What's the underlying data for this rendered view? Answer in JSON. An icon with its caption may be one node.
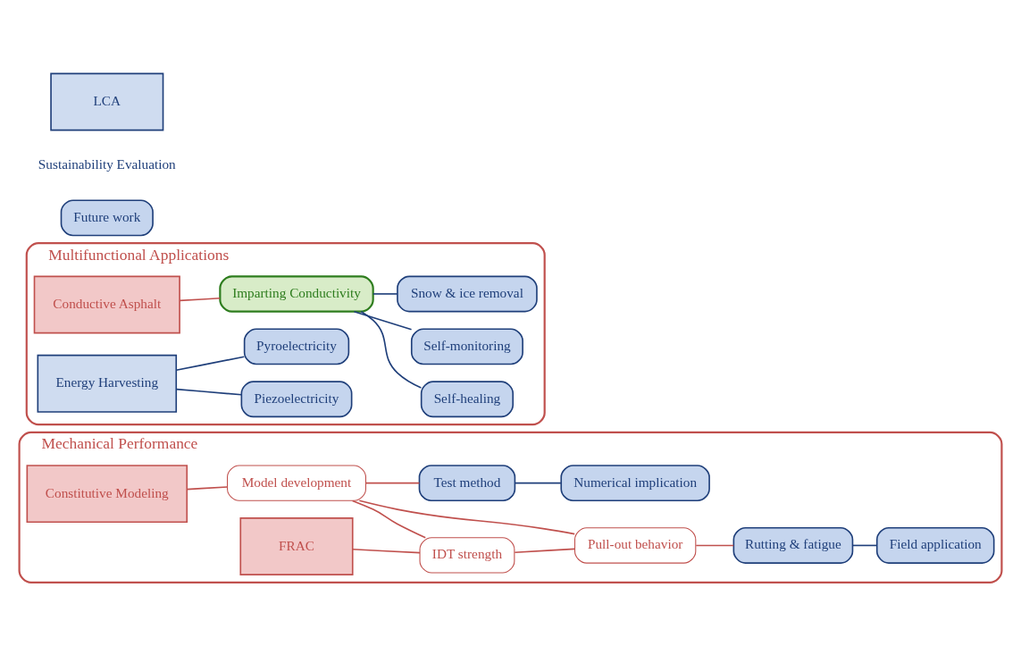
{
  "diagram": {
    "nodes": [
      {
        "text": [
          "Mechanical Performance"
        ]
      },
      {
        "text": [
          "Constitutive Modeling"
        ],
        "in": 0
      },
      {
        "text": [
          "Model development"
        ],
        "in": 0
      },
      {
        "text": [
          "Test method"
        ],
        "in": 0
      },
      {
        "text": [
          "Numerical implication"
        ],
        "in": 0
      },
      {
        "text": [
          "FRAC"
        ],
        "in": 0
      },
      {
        "text": [
          "IDT strength"
        ],
        "in": 0
      },
      {
        "text": [
          "Pull-out behavior"
        ],
        "in": 0
      },
      {
        "text": [
          "Rutting & fatigue"
        ],
        "in": 0
      },
      {
        "text": [
          "Field application"
        ],
        "in": 0
      },
      {
        "text": [
          "Multifunctional Applications"
        ]
      },
      {
        "text": [
          "Conductive Asphalt"
        ],
        "in": 10
      },
      {
        "text": [
          "Imparting Conductivity"
        ],
        "in": 10
      },
      {
        "text": [
          "Self-healing"
        ],
        "in": 10
      },
      {
        "text": [
          "Self-monitoring"
        ],
        "in": 10
      },
      {
        "text": [
          "Snow & ice removal"
        ],
        "in": 10
      },
      {
        "text": [
          "Energy Harvesting"
        ],
        "in": 10
      },
      {
        "text": [
          "Piezoelectricity"
        ],
        "in": 10
      },
      {
        "text": [
          "Pyroelectricity"
        ],
        "in": 10
      },
      {
        "text": [
          "Future work"
        ]
      },
      {
        "text": [
          "Sustainability Evaluation"
        ]
      },
      {
        "text": [
          "LCA"
        ]
      }
    ],
    "edges": [
      {
        "from": 1,
        "to": 2,
        "arrow": "none"
      },
      {
        "from": 2,
        "to": 3,
        "arrow": "none"
      },
      {
        "from": 3,
        "to": 4,
        "arrow": "none",
        "color": "#1f3f7a"
      },
      {
        "from": 2,
        "to": 6,
        "arrow": "none"
      },
      {
        "from": 2,
        "to": 7,
        "arrow": "none"
      },
      {
        "from": 5,
        "to": 6,
        "arrow": "none"
      },
      {
        "from": 6,
        "to": 7,
        "arrow": "none"
      },
      {
        "from": 7,
        "to": 8,
        "arrow": "none"
      },
      {
        "from": 8,
        "to": 9,
        "arrow": "none",
        "color": "#1f3f7a"
      },
      {
        "from": 11,
        "to": 12,
        "arrow": "none"
      },
      {
        "from": 12,
        "to": 13,
        "arrow": "none",
        "color": "#1f3f7a"
      },
      {
        "from": 12,
        "to": 14,
        "arrow": "none",
        "color": "#1f3f7a"
      },
      {
        "from": 12,
        "to": 15,
        "arrow": "none",
        "color": "#1f3f7a"
      },
      {
        "from": 16,
        "to": 17,
        "arrow": "none",
        "color": "#1f3f7a"
      },
      {
        "from": 16,
        "to": 18,
        "arrow": "none",
        "color": "#1f3f7a"
      }
    ]
  }
}
